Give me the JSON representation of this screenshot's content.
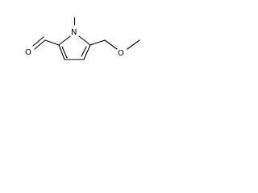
{
  "atoms": {
    "ring_nitrogen": "N",
    "aldehyde_oxygen": "O",
    "ether_oxygen": "O"
  },
  "colors": {
    "background": "#ffffff",
    "ink": "#000000"
  }
}
